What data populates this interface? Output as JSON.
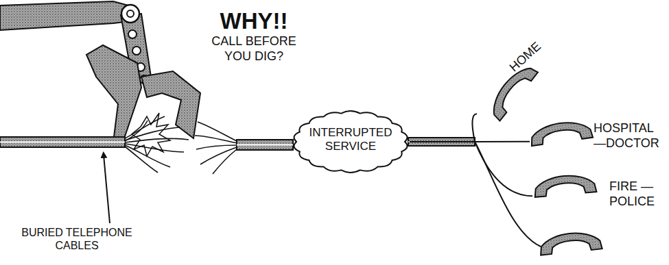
{
  "diagram": {
    "title": "WHY!!",
    "nodes": [
      {
        "text": [
          "INTERRUPTED SERVICE"
        ]
      },
      {
        "text": [
          "HOME"
        ]
      },
      {
        "text": [
          "HOSPITAL —DOCTOR"
        ]
      },
      {
        "text": [
          "FIRE —POLICE"
        ]
      }
    ],
    "edges": [
      {
        "from": 0,
        "to": 1,
        "arrow": "none"
      },
      {
        "from": 0,
        "to": 2,
        "arrow": "none"
      },
      {
        "from": 0,
        "to": 3,
        "arrow": "none"
      }
    ],
    "labels": [
      "CALL BEFORE YOU DIG?",
      "BURIED TELEPHONE CABLES"
    ]
  }
}
